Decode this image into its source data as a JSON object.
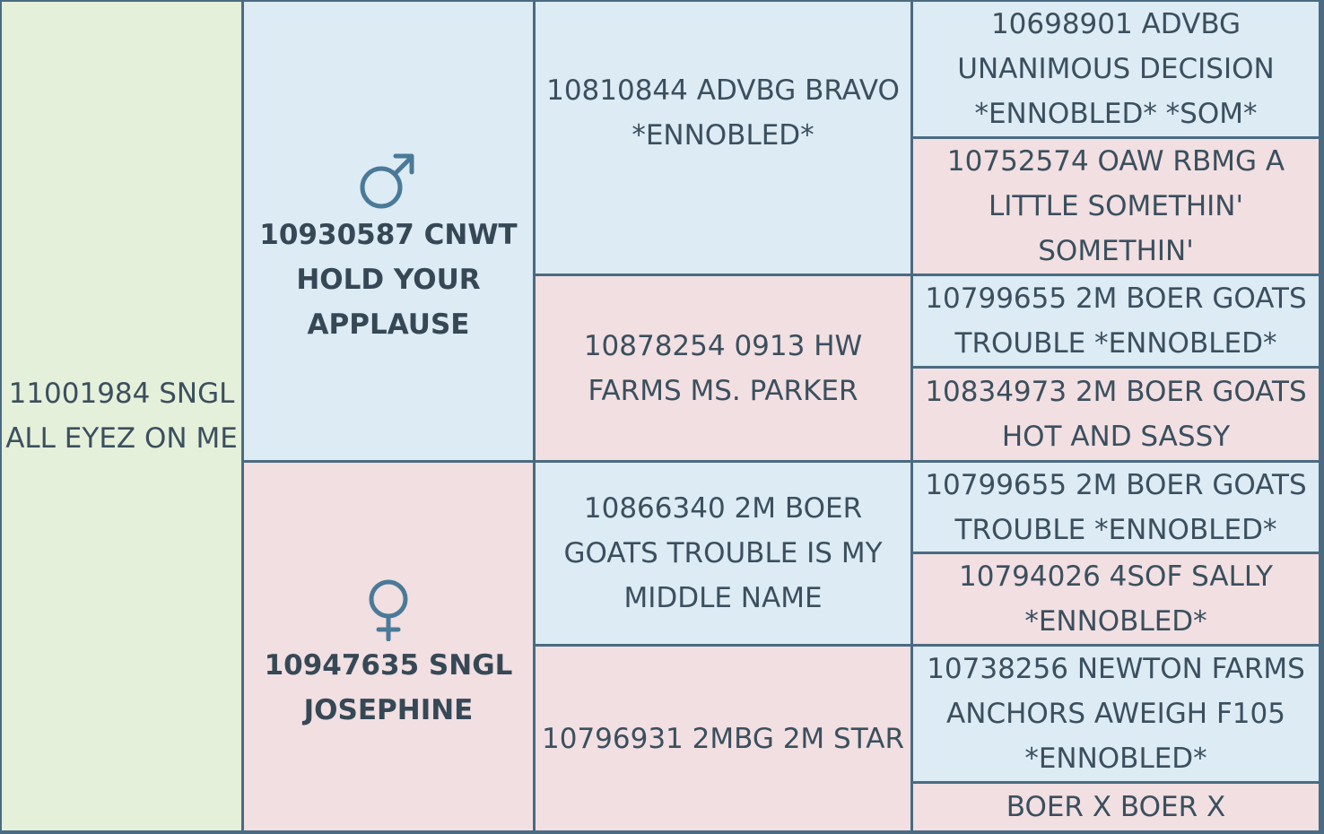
{
  "subject": {
    "name": "11001984 SNGL ALL EYEZ ON ME"
  },
  "sire": {
    "symbol": "male-symbol-icon",
    "name": "10930587 CNWT HOLD YOUR APPLAUSE"
  },
  "dam": {
    "symbol": "female-symbol-icon",
    "name": "10947635 SNGL JOSEPHINE"
  },
  "grandparents": [
    {
      "name": "10810844 ADVBG BRAVO *ENNOBLED*"
    },
    {
      "name": "10878254 0913 HW FARMS MS. PARKER"
    },
    {
      "name": "10866340 2M BOER GOATS TROUBLE IS MY MIDDLE NAME"
    },
    {
      "name": "10796931 2MBG 2M STAR"
    }
  ],
  "great_grandparents": [
    {
      "name": "10698901 ADVBG UNANIMOUS DECISION *ENNOBLED* *SOM*"
    },
    {
      "name": "10752574 OAW RBMG A LITTLE SOMETHIN' SOMETHIN'"
    },
    {
      "name": "10799655 2M BOER GOATS TROUBLE *ENNOBLED*"
    },
    {
      "name": "10834973 2M BOER GOATS HOT AND SASSY"
    },
    {
      "name": "10799655 2M BOER GOATS TROUBLE *ENNOBLED*"
    },
    {
      "name": "10794026 4SOF SALLY *ENNOBLED*"
    },
    {
      "name": "10738256 NEWTON FARMS ANCHORS AWEIGH F105 *ENNOBLED*"
    },
    {
      "name": "BOER X BOER X"
    }
  ],
  "colors": {
    "subject_bg": "#e4f0da",
    "male_bg": "#dcebf4",
    "female_bg": "#f1dfe1",
    "border": "#4a6b82",
    "symbol": "#4a7a98"
  }
}
